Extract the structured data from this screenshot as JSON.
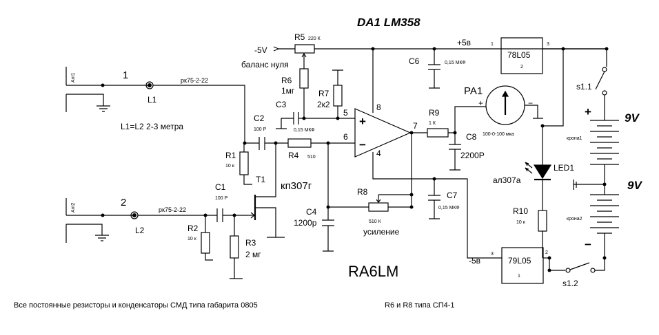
{
  "title": "DA1  LM358",
  "author": "RA6LM",
  "footer_note": "Все постоянные резисторы и конденсаторы СМД типа габарита  0805",
  "footer_note2": "R6 и R8 типа СП4-1",
  "antennas": {
    "ant1": {
      "label": "Ant1",
      "num": "1",
      "coil": "L1",
      "cable": "рк75-2-22"
    },
    "ant2": {
      "label": "Ant2",
      "num": "2",
      "coil": "L2",
      "cable": "рк75-2-22"
    },
    "coil_note": "L1=L2   2-3 метра"
  },
  "components": {
    "r1": {
      "name": "R1",
      "value": "10 к"
    },
    "r2": {
      "name": "R2",
      "value": "10 к"
    },
    "r3": {
      "name": "R3",
      "value": "2 мг"
    },
    "r4": {
      "name": "R4",
      "value": "510"
    },
    "r5": {
      "name": "R5",
      "value": "220 К"
    },
    "r6": {
      "name": "R6",
      "value": "1мг"
    },
    "r7": {
      "name": "R7",
      "value": "2к2"
    },
    "r8": {
      "name": "R8",
      "value": "510 К"
    },
    "r9": {
      "name": "R9",
      "value": "1 К"
    },
    "r10": {
      "name": "R10",
      "value": "10 к"
    },
    "c1": {
      "name": "C1",
      "value": "100 P"
    },
    "c2": {
      "name": "C2",
      "value": "100 P"
    },
    "c3": {
      "name": "C3",
      "value": "0,15 МКФ"
    },
    "c4": {
      "name": "C4",
      "value": "1200р"
    },
    "c6": {
      "name": "C6",
      "value": "0,15 МКФ"
    },
    "c7": {
      "name": "C7",
      "value": "0,15 МКФ"
    },
    "c8": {
      "name": "C8",
      "value": "2200P"
    },
    "t1": {
      "name": "T1",
      "type": "кп307г"
    },
    "pa1": {
      "name": "PA1",
      "scale": "100-0-100 мка"
    },
    "led1": {
      "name": "LED1",
      "type": "ал307а"
    },
    "reg_pos": {
      "name": "78L05",
      "pin_in": "1",
      "pin_out": "3",
      "pin_gnd": "2"
    },
    "reg_neg": {
      "name": "79L05",
      "pin_in": "3",
      "pin_out": "2",
      "pin_gnd": "1"
    },
    "s11": "s1.1",
    "s12": "s1.2",
    "batt1": "крона1",
    "batt2": "крона2"
  },
  "labels": {
    "neg5_in": "-5V",
    "balance": "баланс нуля",
    "gain": "усиление",
    "pos5": "+5в",
    "neg5": "-5в",
    "v9_top": "9V",
    "v9_bot": "9V",
    "plus": "+",
    "minus": "−",
    "pin8": "8",
    "pin5": "5",
    "pin6": "6",
    "pin7": "7",
    "pin4": "4",
    "op_plus": "+",
    "op_minus": "−",
    "meter_plus": "+",
    "meter_minus": "−"
  }
}
